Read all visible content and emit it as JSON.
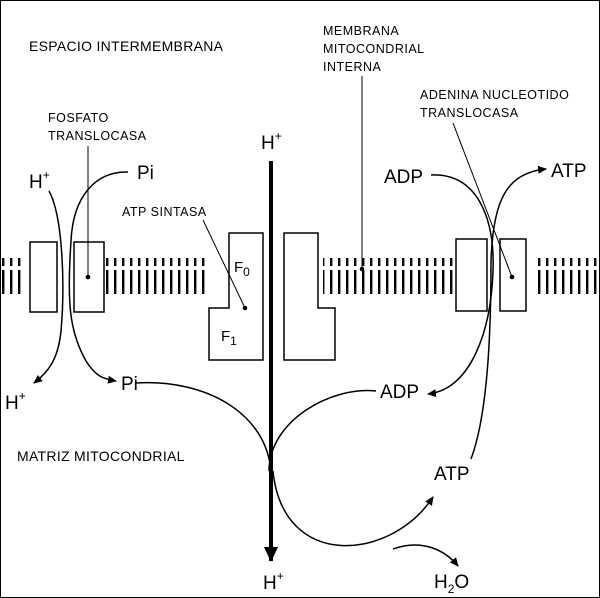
{
  "labels": {
    "intermembrane_space": "ESPACIO INTERMEMBRANA",
    "inner_membrane": [
      "MEMBRANA",
      "MITOCONDRIAL",
      "INTERNA"
    ],
    "phosphate_translocase": [
      "FOSFATO",
      "TRANSLOCASA"
    ],
    "adenine_translocase": [
      "ADENINA NUCLEOTIDO",
      "TRANSLOCASA"
    ],
    "atp_synthase": "ATP SINTASA",
    "matrix": "MATRIZ MITOCONDRIAL"
  },
  "molecules": {
    "proton": "H",
    "proton_charge": "+",
    "phosphate": "Pi",
    "adp": "ADP",
    "atp": "ATP",
    "water_h": "H",
    "water_sub": "2",
    "water_o": "O"
  },
  "subunits": {
    "f_letter": "F",
    "f0_sub": "0",
    "f1_sub": "1"
  }
}
